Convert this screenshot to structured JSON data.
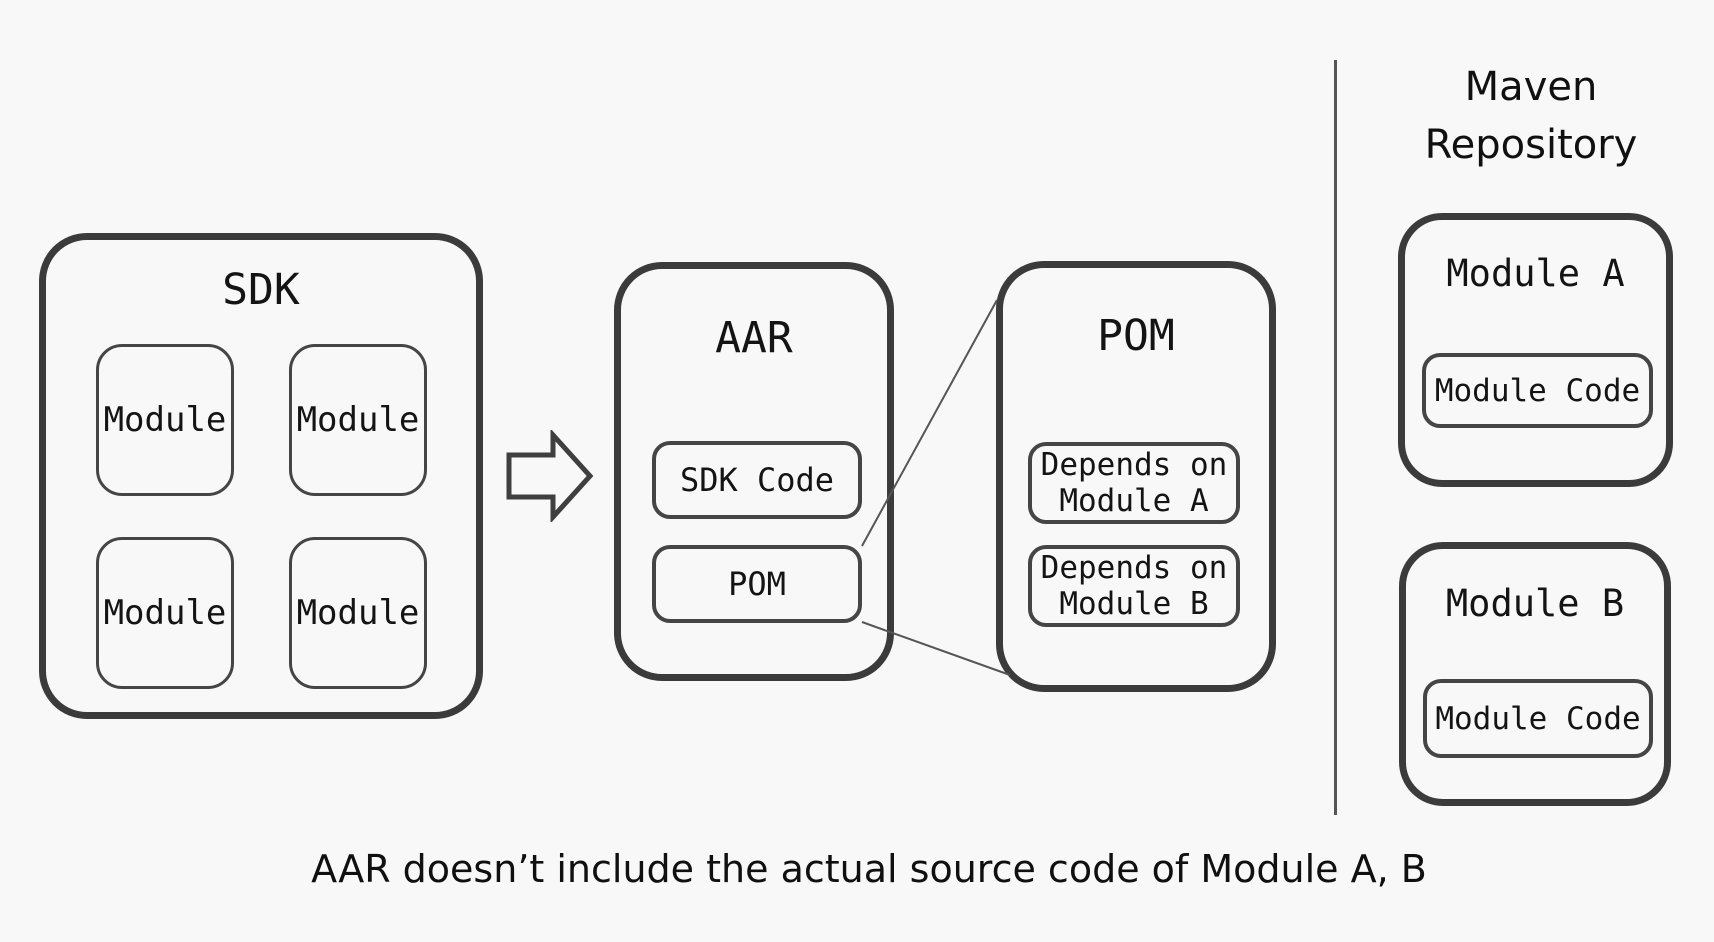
{
  "colors": {
    "background": "#f8f8f8",
    "border_thick": "#3b3b3b",
    "border_thin": "#454545",
    "connector_line": "#555555",
    "text": "#141414"
  },
  "diagram": {
    "sdk": {
      "title": "SDK",
      "modules": [
        {
          "label": "Module"
        },
        {
          "label": "Module"
        },
        {
          "label": "Module"
        },
        {
          "label": "Module"
        }
      ]
    },
    "arrow": {
      "name": "arrow-right"
    },
    "aar": {
      "title": "AAR",
      "sdk_code_label": "SDK Code",
      "pom_label": "POM"
    },
    "pom_detail": {
      "title": "POM",
      "dependencies": [
        {
          "line1": "Depends on",
          "line2": "Module A"
        },
        {
          "line1": "Depends on",
          "line2": "Module B"
        }
      ]
    },
    "maven_repository": {
      "title_line1": "Maven",
      "title_line2": "Repository",
      "artifacts": [
        {
          "name": "Module A",
          "content_label": "Module Code"
        },
        {
          "name": "Module B",
          "content_label": "Module Code"
        }
      ]
    },
    "caption": "AAR doesn’t include the actual source code of Module A, B"
  }
}
